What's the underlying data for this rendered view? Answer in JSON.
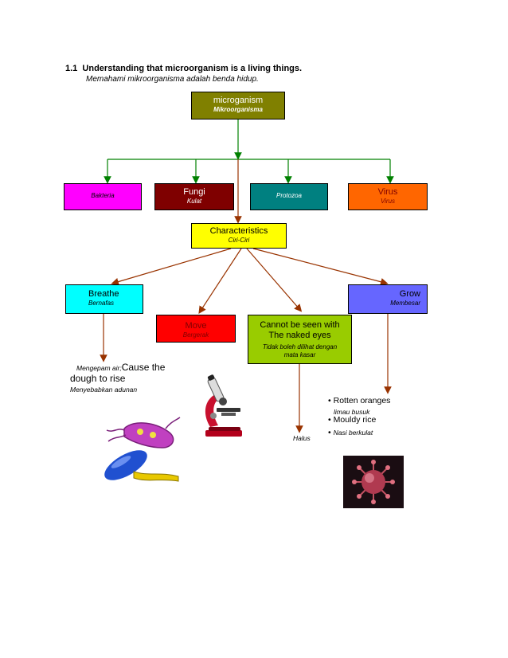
{
  "heading": {
    "number": "1.1",
    "title": "Understanding that microorganism is a living things.",
    "subtitle": "Memahami mikroorganisma adalah benda hidup."
  },
  "root": {
    "title": "microganism",
    "subtitle": "Mikroorganisma"
  },
  "types": [
    {
      "title": "",
      "subtitle": "Bakteria"
    },
    {
      "title": "Fungi",
      "subtitle": "Kulat"
    },
    {
      "title": "",
      "subtitle": "Protozoa"
    },
    {
      "title": "Virus",
      "subtitle": "Virus"
    }
  ],
  "characteristics": {
    "title": "Characteristics",
    "subtitle": "Ciri-Ciri"
  },
  "traits": {
    "breathe": {
      "title": "Breathe",
      "subtitle": "Bernafas"
    },
    "move": {
      "title": "Move",
      "subtitle": "Bergerak"
    },
    "naked_eye": {
      "title_line1": "Cannot be seen with",
      "title_line2": "The naked eyes",
      "subtitle_line1": "Tidak boleh dilihat dengan",
      "subtitle_line2": "mata kasar"
    },
    "grow": {
      "title": "Grow",
      "subtitle": "Membesar"
    }
  },
  "breathe_note": {
    "malay": "Mengepam air;",
    "english_1": "Cause the",
    "english_2": "dough to rise",
    "malay_2": "Menyebabkan adunan"
  },
  "halus": "Halus",
  "grow_examples": [
    {
      "text": "Rotten oranges",
      "translation": "limau busuk"
    },
    {
      "text": "Mouldy rice",
      "translation": ""
    },
    {
      "text": "Nasi  berkulat",
      "translation": ""
    }
  ],
  "bullet_symbol": "•",
  "colors": {
    "root": "#808000",
    "bakteria": "#ff00ff",
    "fungi": "#7f0000",
    "protozoa": "#008080",
    "virus": "#ff6600",
    "characteristics": "#ffff00",
    "breathe": "#00ffff",
    "move": "#ff0000",
    "naked_eye": "#99cc00",
    "grow": "#6666ff",
    "green_arrow": "#008000",
    "brown_arrow": "#993300"
  }
}
